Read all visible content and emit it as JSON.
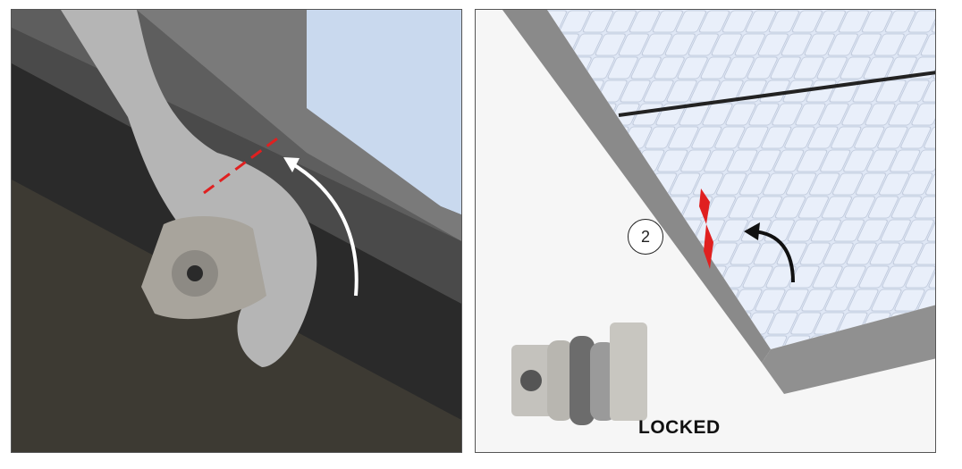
{
  "left_panel": {
    "title": "clamp-rotation-detail"
  },
  "right_panel": {
    "step_number": "2",
    "status_label": "LOCKED"
  },
  "colors": {
    "accent_red": "#e02020",
    "frame_gray": "#6e6e6e",
    "panel_blue": "#dde6f4"
  }
}
